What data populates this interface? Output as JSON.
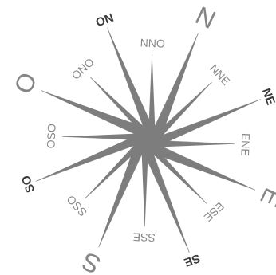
{
  "rose": {
    "cardinal_labels": [
      "N",
      "E",
      "S",
      "O"
    ],
    "intercardinal_labels": [
      "NE",
      "SE",
      "SO",
      "ON"
    ],
    "minor_labels": [
      "NNE",
      "ENE",
      "ESE",
      "SSE",
      "SSO",
      "OSO",
      "ONO",
      "NNO"
    ]
  },
  "colors": {
    "point_fill": "#7d7d7d",
    "line_stroke": "#9a9a9a",
    "cardinal_text": "#858585",
    "intercardinal_text": "#3a3a3a",
    "minor_text": "#8a8a8a",
    "background": "#ffffff"
  }
}
